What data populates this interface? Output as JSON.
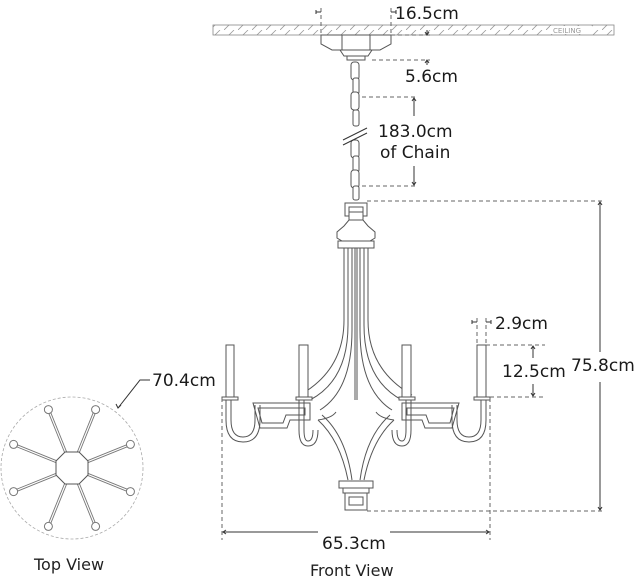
{
  "ceiling_label": "CEILING",
  "dimensions": {
    "canopy_width": "16.5cm",
    "canopy_height": "5.6cm",
    "chain_length": "183.0cm",
    "chain_suffix": "of Chain",
    "candle_width": "2.9cm",
    "candle_height": "12.5cm",
    "overall_height": "75.8cm",
    "overall_width": "65.3cm",
    "top_diameter": "70.4cm"
  },
  "views": {
    "top": "Top View",
    "front": "Front View"
  }
}
